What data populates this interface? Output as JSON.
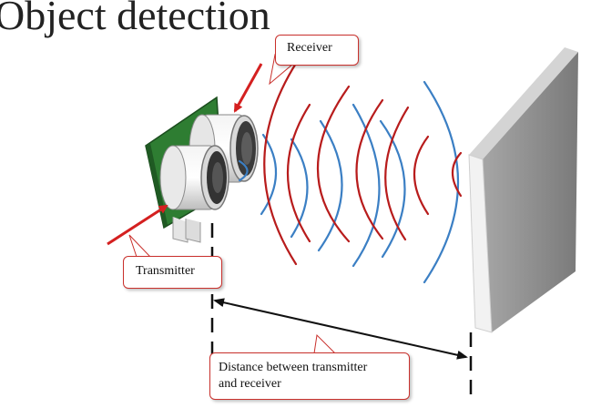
{
  "title": "Object detection",
  "labels": {
    "receiver": "Receiver",
    "transmitter": "Transmitter",
    "distance_line1": "Distance between transmitter",
    "distance_line2": "and receiver"
  },
  "colors": {
    "transmit_wave": "#3b7fc4",
    "echo_wave": "#b81c1c",
    "callout_border": "#c9302c",
    "pcb": "#2e7d32",
    "wall_face": "#8e8e8e"
  }
}
